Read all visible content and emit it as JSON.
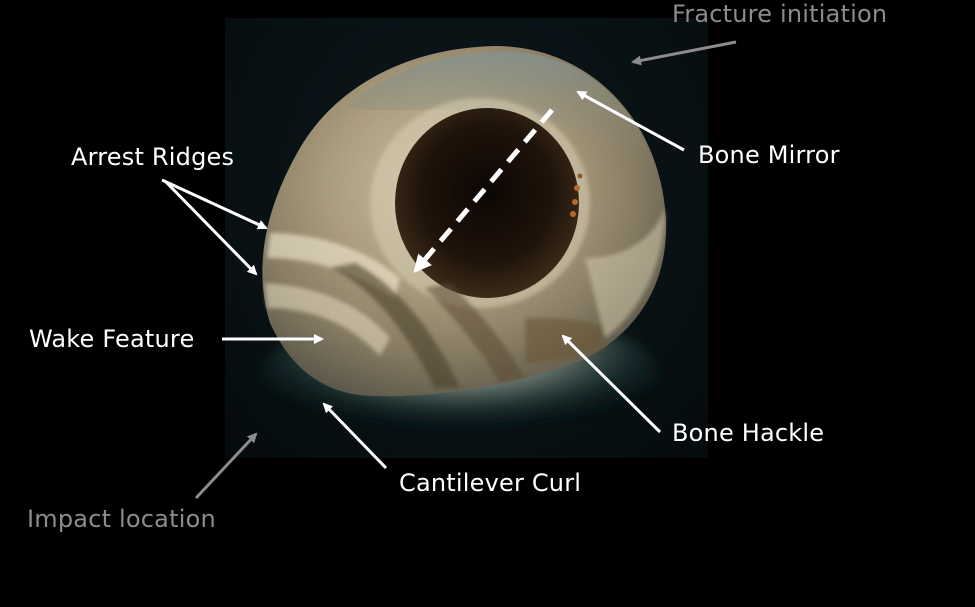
{
  "figure": {
    "subject": "Fractured long bone cross-section (fracture surface)",
    "background_color": "#000000",
    "annotation_color_primary": "#ffffff",
    "annotation_color_secondary": "#8c8c8c"
  },
  "labels": {
    "fracture_initiation": "Fracture initiation",
    "bone_mirror": "Bone Mirror",
    "arrest_ridges": "Arrest Ridges",
    "wake_feature": "Wake Feature",
    "bone_hackle": "Bone Hackle",
    "cantilever_curl": "Cantilever Curl",
    "impact_location": "Impact location"
  },
  "arrows": [
    {
      "target": "fracture_initiation",
      "color": "#8c8c8c",
      "style": "solid"
    },
    {
      "target": "bone_mirror",
      "color": "#ffffff",
      "style": "solid"
    },
    {
      "target": "arrest_ridges_upper",
      "color": "#ffffff",
      "style": "solid"
    },
    {
      "target": "arrest_ridges_lower",
      "color": "#ffffff",
      "style": "solid"
    },
    {
      "target": "wake_feature",
      "color": "#ffffff",
      "style": "solid"
    },
    {
      "target": "bone_hackle",
      "color": "#ffffff",
      "style": "solid"
    },
    {
      "target": "cantilever_curl",
      "color": "#ffffff",
      "style": "solid"
    },
    {
      "target": "impact_location",
      "color": "#8c8c8c",
      "style": "solid"
    },
    {
      "target": "crack_propagation_direction",
      "color": "#ffffff",
      "style": "dashed"
    }
  ]
}
